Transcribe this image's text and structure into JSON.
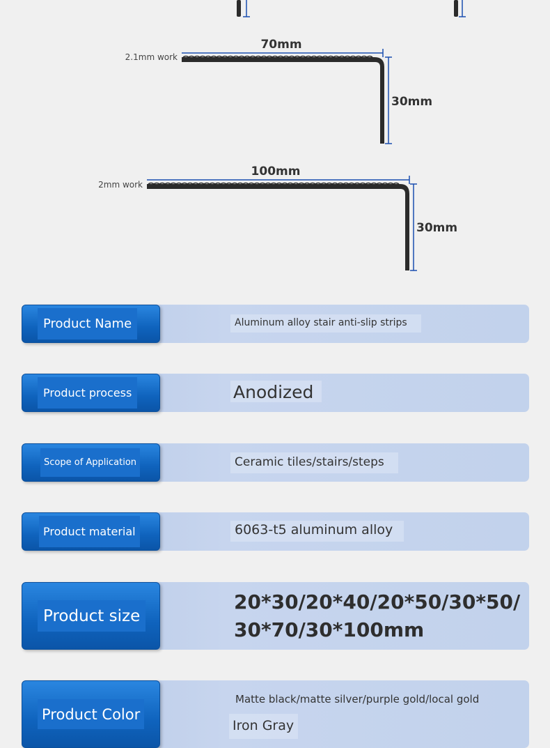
{
  "diagrams": {
    "profile_70": {
      "width": "70mm",
      "height": "30mm",
      "work": "2.1mm work"
    },
    "profile_100": {
      "width": "100mm",
      "height": "30mm",
      "work": "2mm work"
    }
  },
  "specs": [
    {
      "label": "Product Name",
      "value": "Aluminum alloy stair anti-slip strips"
    },
    {
      "label": "Product process",
      "value": "Anodized"
    },
    {
      "label": "Scope of Application",
      "value": "Ceramic tiles/stairs/steps"
    },
    {
      "label": "Product material",
      "value": "6063-t5 aluminum alloy"
    },
    {
      "label": "Product size",
      "value_line1": "20*30/20*40/20*50/30*50/",
      "value_line2": "30*70/30*100mm"
    },
    {
      "label": "Product Color",
      "value_line1": "Matte black/matte silver/purple gold/local gold",
      "value_line2": "Iron Gray"
    }
  ],
  "colors": {
    "tag": "#0f63bd",
    "track": "#c2d2ec",
    "profile": "#2b2b2b",
    "dimension": "#1a4fb0"
  }
}
